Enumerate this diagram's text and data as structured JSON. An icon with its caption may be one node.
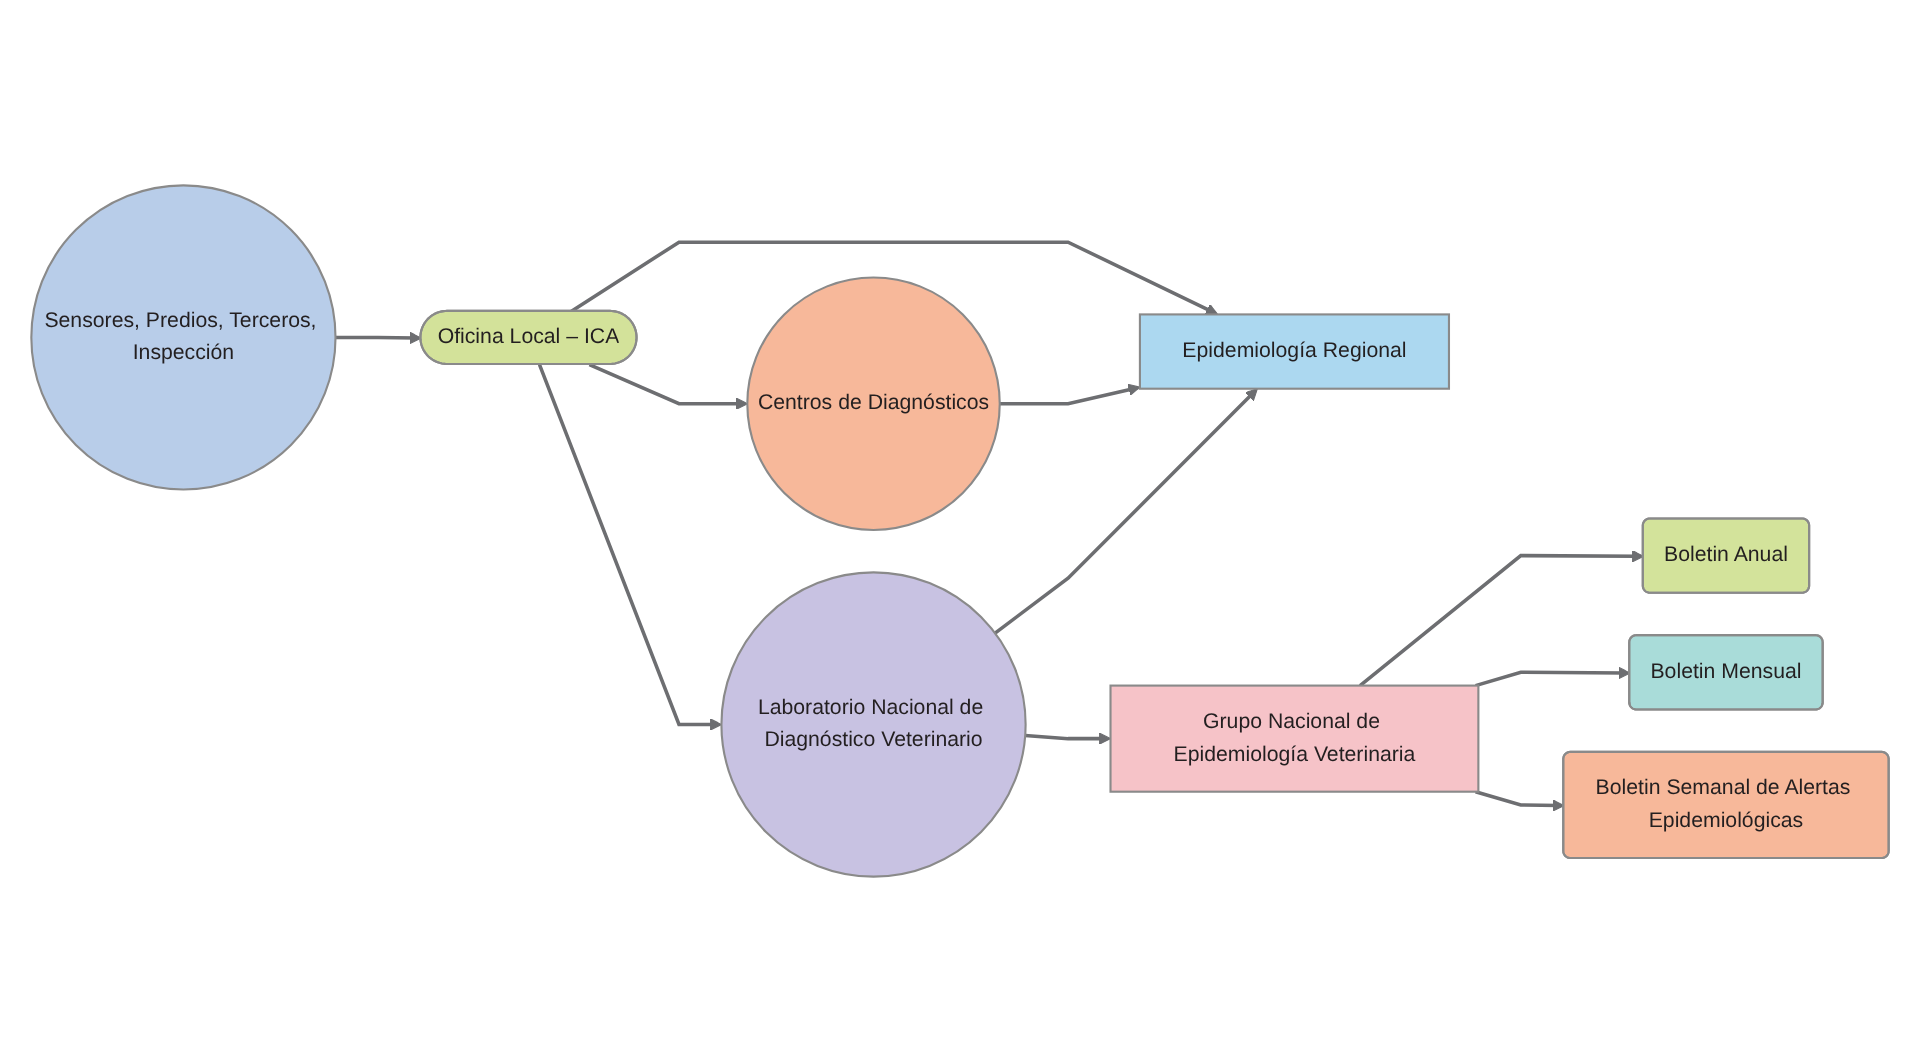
{
  "diagram": {
    "nodes": [
      {
        "text": [
          "Sensores, Predios, Terceros, Inspección"
        ]
      },
      {
        "text": [
          "Oficina Local – ICA"
        ]
      },
      {
        "text": [
          "Grupo Nacional de Epidemiología Veterinaria"
        ]
      },
      {
        "text": [
          "Epidemiología Regional"
        ]
      },
      {
        "text": [
          "Centros de Diagnósticos"
        ]
      },
      {
        "text": [
          "Laboratorio Nacional de Diagnóstico Veterinario"
        ]
      },
      {
        "text": [
          "Boletin Anual"
        ]
      },
      {
        "text": [
          "Boletin Mensual"
        ]
      },
      {
        "text": [
          "Boletin Semanal de Alertas Epidemiológicas"
        ]
      }
    ],
    "edges": [
      {
        "from": 0,
        "to": 1,
        "arrow": "to"
      },
      {
        "from": 1,
        "to": 3,
        "arrow": "to"
      },
      {
        "from": 1,
        "to": 4,
        "arrow": "to"
      },
      {
        "from": 1,
        "to": 5,
        "arrow": "to"
      },
      {
        "from": 4,
        "to": 3,
        "arrow": "to"
      },
      {
        "from": 5,
        "to": 3,
        "arrow": "to"
      },
      {
        "from": 5,
        "to": 2,
        "arrow": "to"
      },
      {
        "from": 2,
        "to": 6,
        "arrow": "to"
      },
      {
        "from": 2,
        "to": 7,
        "arrow": "to"
      },
      {
        "from": 2,
        "to": 8,
        "arrow": "to"
      }
    ]
  }
}
